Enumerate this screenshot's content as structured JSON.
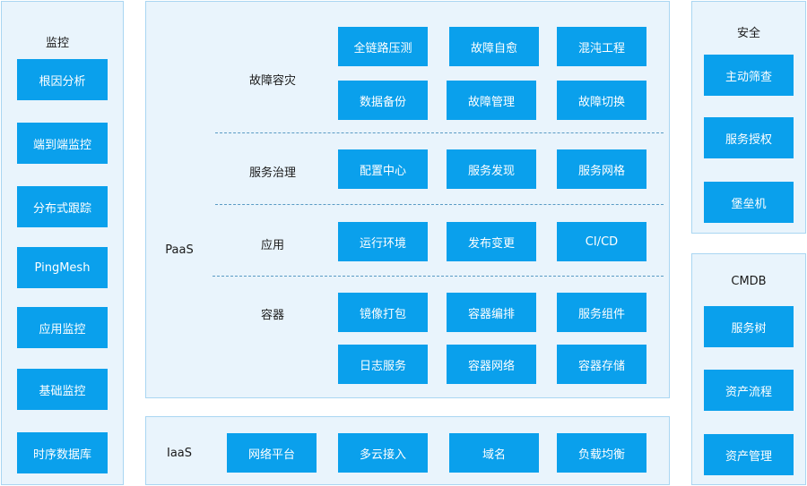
{
  "monitor": {
    "title": "监控",
    "items": [
      "根因分析",
      "端到端监控",
      "分布式跟踪",
      "PingMesh",
      "应用监控",
      "基础监控",
      "时序数据库"
    ]
  },
  "paas": {
    "label": "PaaS",
    "sections": [
      {
        "name": "故障容灾",
        "items": [
          "全链路压测",
          "故障自愈",
          "混沌工程",
          "数据备份",
          "故障管理",
          "故障切换"
        ]
      },
      {
        "name": "服务治理",
        "items": [
          "配置中心",
          "服务发现",
          "服务网格"
        ]
      },
      {
        "name": "应用",
        "items": [
          "运行环境",
          "发布变更",
          "CI/CD"
        ]
      },
      {
        "name": "容器",
        "items": [
          "镜像打包",
          "容器编排",
          "服务组件",
          "日志服务",
          "容器网络",
          "容器存储"
        ]
      }
    ]
  },
  "iaas": {
    "label": "IaaS",
    "items": [
      "网络平台",
      "多云接入",
      "域名",
      "负载均衡"
    ]
  },
  "security": {
    "title": "安全",
    "items": [
      "主动筛查",
      "服务授权",
      "堡垒机"
    ]
  },
  "cmdb": {
    "title": "CMDB",
    "items": [
      "服务树",
      "资产流程",
      "资产管理"
    ]
  },
  "colors": {
    "box": "#0aa0ec",
    "panel": "#e9f4fc",
    "panel_border": "#a9d6f2",
    "divider": "#5a9bc4"
  }
}
